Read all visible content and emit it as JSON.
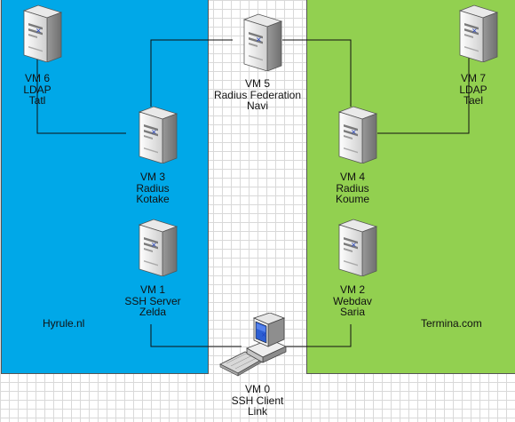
{
  "zones": {
    "left": {
      "label": "Hyrule.nl",
      "color": "#00a8e8"
    },
    "right": {
      "label": "Termina.com",
      "color": "#92d050"
    }
  },
  "nodes": {
    "vm6": {
      "name": "VM 6",
      "role": "LDAP",
      "host": "Tatl",
      "icon": "server-tower-icon"
    },
    "vm5": {
      "name": "VM 5",
      "role": "Radius Federation",
      "host": "Navi",
      "icon": "server-tower-icon"
    },
    "vm7": {
      "name": "VM 7",
      "role": "LDAP",
      "host": "Tael",
      "icon": "server-tower-icon"
    },
    "vm3": {
      "name": "VM 3",
      "role": "Radius",
      "host": "Kotake",
      "icon": "server-tower-icon"
    },
    "vm4": {
      "name": "VM 4",
      "role": "Radius",
      "host": "Koume",
      "icon": "server-tower-icon"
    },
    "vm1": {
      "name": "VM 1",
      "role": "SSH Server",
      "host": "Zelda",
      "icon": "server-tower-icon"
    },
    "vm2": {
      "name": "VM 2",
      "role": "Webdav",
      "host": "Saria",
      "icon": "server-tower-icon"
    },
    "vm0": {
      "name": "VM 0",
      "role": "SSH Client",
      "host": "Link",
      "icon": "desktop-computer-icon"
    }
  }
}
